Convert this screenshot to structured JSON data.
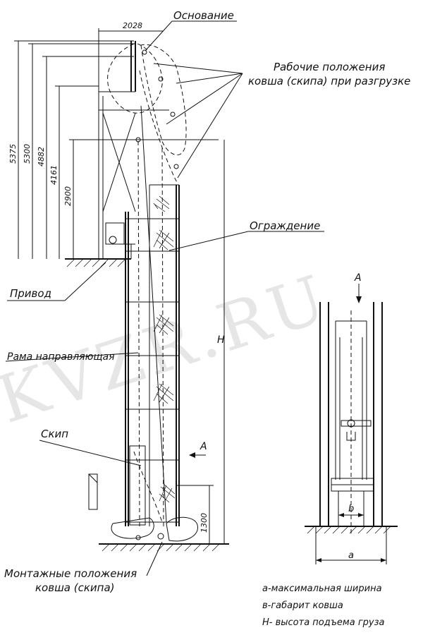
{
  "labels": {
    "base": "Основание",
    "working_1": "Рабочие положения",
    "working_2": "ковша (скипа) при разгрузке",
    "fence": "Ограждение",
    "drive": "Привод",
    "frame": "Рама направляющая",
    "skip": "Скип",
    "mount_1": "Монтажные положения",
    "mount_2": "ковша (скипа)",
    "view_a_arrow": "A",
    "view_a_title": "A",
    "dim_b": "b",
    "dim_a": "a",
    "height_h": "H"
  },
  "dimensions": {
    "top_width": "2028",
    "h5375": "5375",
    "h5300": "5300",
    "h4882": "4882",
    "h4161": "4161",
    "h2900": "2900",
    "h1300": "1300"
  },
  "legend": [
    "a-максимальная ширина",
    "в-габарит ковша",
    "Н- высота подъема груза"
  ],
  "watermark": "KVZR.RU"
}
